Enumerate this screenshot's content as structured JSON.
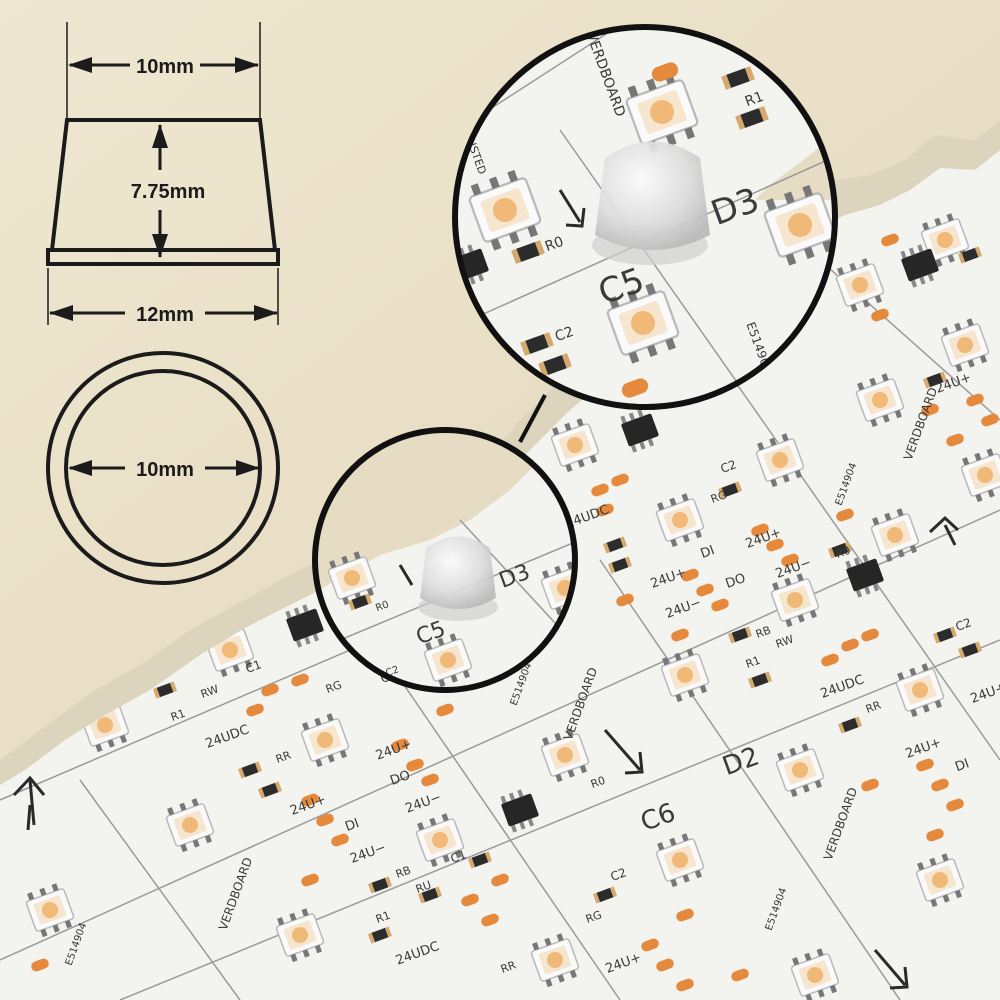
{
  "dimensions": {
    "top_width": "10mm",
    "height": "7.75mm",
    "base_width": "12mm",
    "inner_diameter": "10mm"
  },
  "board": {
    "brand": "VERDBOARD",
    "listing_mark": "LISTED",
    "listing_number": "E514904",
    "labels": {
      "c5": "C5",
      "c6": "C6",
      "d2": "D2",
      "d3": "D3",
      "c1": "C1",
      "c2": "C2",
      "r0": "R0",
      "r1": "R1",
      "rg": "RG",
      "rr": "RR",
      "rw": "RW",
      "rb": "RB",
      "ru": "RU",
      "di": "DI",
      "do": "DO",
      "v24p": "24U+",
      "v24n": "24U−",
      "vdc": "24UDC",
      "plus": "+",
      "minus": "−"
    }
  },
  "colors": {
    "stone": "#e8dfc8",
    "board": "#f3f3f0",
    "pad": "#e58a3c",
    "ink": "#1b1b1b"
  }
}
